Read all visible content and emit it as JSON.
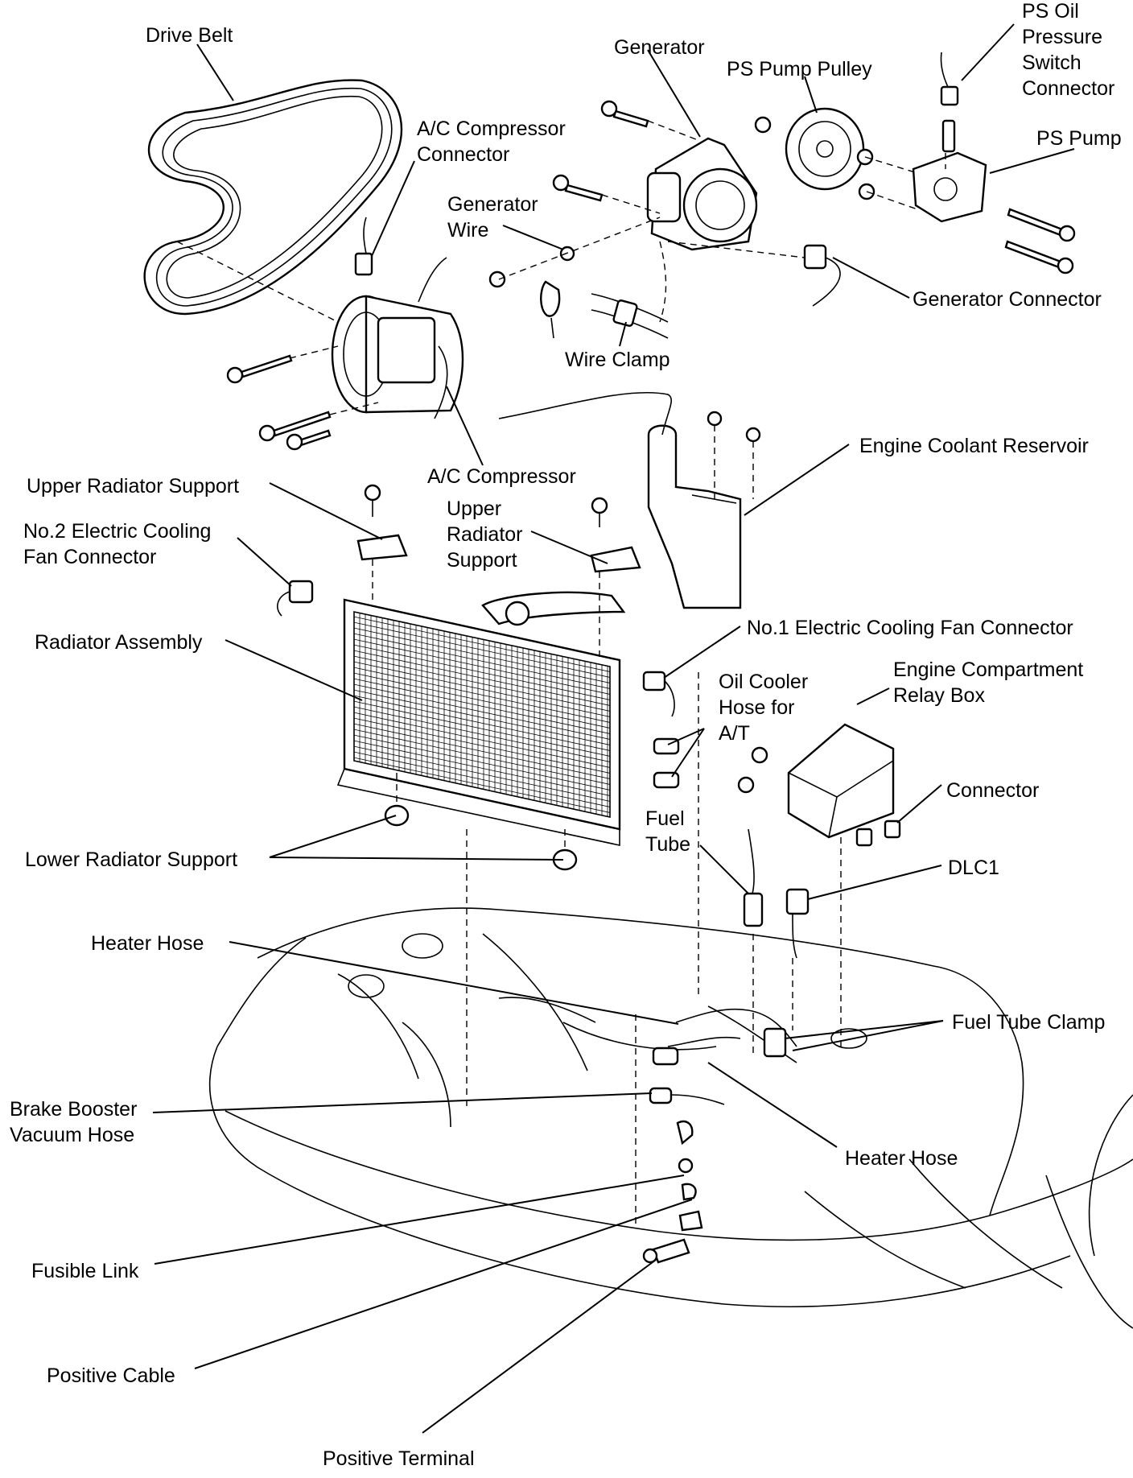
{
  "labels": {
    "drive_belt": "Drive Belt",
    "generator": "Generator",
    "ps_pump_pulley": "PS Pump Pulley",
    "ps_oil_pressure_switch_connector": [
      "PS Oil",
      "Pressure",
      "Switch",
      "Connector"
    ],
    "ps_pump": "PS Pump",
    "ac_compressor_connector": [
      "A/C Compressor",
      "Connector"
    ],
    "generator_wire": [
      "Generator",
      "Wire"
    ],
    "generator_connector": "Generator Connector",
    "wire_clamp": "Wire Clamp",
    "engine_coolant_reservoir": "Engine Coolant Reservoir",
    "ac_compressor": "A/C Compressor",
    "upper_radiator_support_left": "Upper Radiator Support",
    "upper_radiator_support_right": [
      "Upper",
      "Radiator",
      "Support"
    ],
    "no2_fan_connector": [
      "No.2 Electric Cooling",
      "Fan Connector"
    ],
    "radiator_assembly": "Radiator Assembly",
    "no1_fan_connector": "No.1 Electric Cooling Fan Connector",
    "oil_cooler_hose": [
      "Oil Cooler",
      "Hose for",
      "A/T"
    ],
    "engine_compartment_relay_box": [
      "Engine Compartment",
      "Relay Box"
    ],
    "connector": "Connector",
    "fuel_tube": [
      "Fuel",
      "Tube"
    ],
    "lower_radiator_support": "Lower Radiator Support",
    "dlc1": "DLC1",
    "heater_hose_upper": "Heater Hose",
    "fuel_tube_clamp": "Fuel Tube Clamp",
    "brake_booster_vacuum_hose": [
      "Brake Booster",
      "Vacuum Hose"
    ],
    "heater_hose_lower": "Heater Hose",
    "fusible_link": "Fusible Link",
    "positive_cable": "Positive Cable",
    "positive_terminal": "Positive Terminal"
  }
}
